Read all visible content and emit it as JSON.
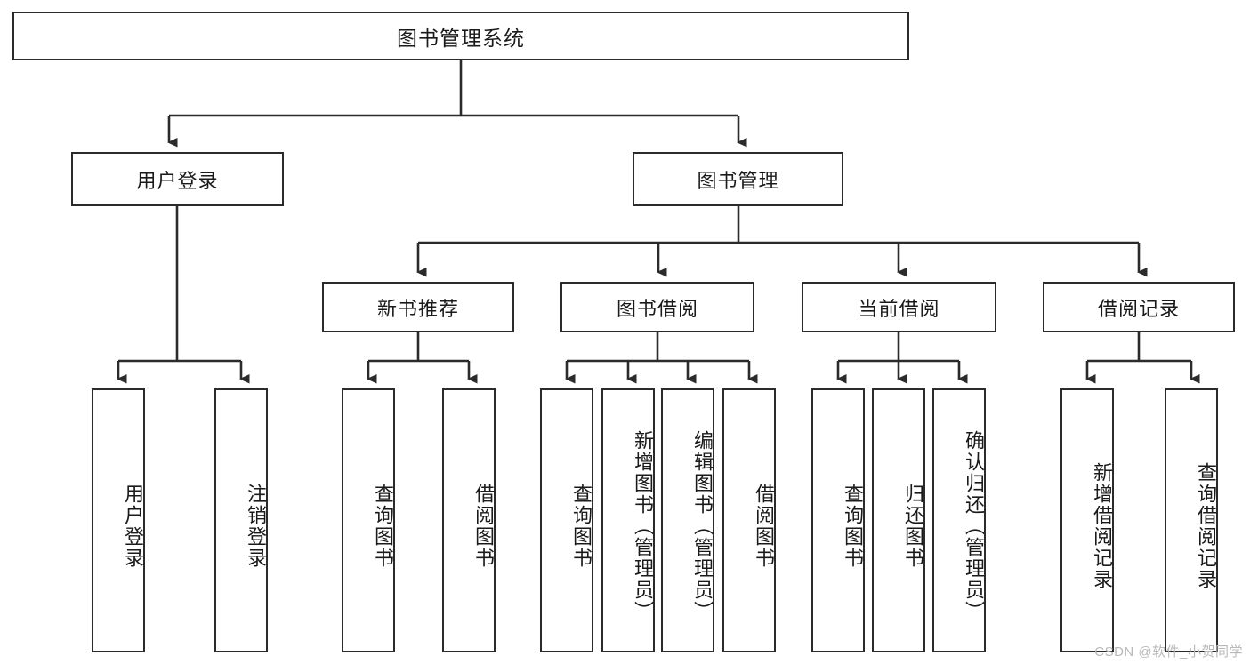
{
  "diagram": {
    "type": "tree-hierarchy",
    "title": "图书管理系统",
    "levels": 4,
    "root": {
      "id": "root",
      "label": "图书管理系统"
    },
    "level2": [
      {
        "id": "user-login",
        "label": "用户登录"
      },
      {
        "id": "book-manage",
        "label": "图书管理"
      }
    ],
    "level3": [
      {
        "id": "new-book-rec",
        "label": "新书推荐",
        "parent": "book-manage"
      },
      {
        "id": "book-borrow",
        "label": "图书借阅",
        "parent": "book-manage"
      },
      {
        "id": "current-borrow",
        "label": "当前借阅",
        "parent": "book-manage"
      },
      {
        "id": "borrow-record",
        "label": "借阅记录",
        "parent": "book-manage"
      }
    ],
    "leaves": [
      {
        "id": "leaf-user-login",
        "label": "用户登录",
        "parent": "user-login"
      },
      {
        "id": "leaf-user-logout",
        "label": "注销登录",
        "parent": "user-login"
      },
      {
        "id": "leaf-query-book-1",
        "label": "查询图书",
        "parent": "new-book-rec"
      },
      {
        "id": "leaf-borrow-book-1",
        "label": "借阅图书",
        "parent": "new-book-rec"
      },
      {
        "id": "leaf-query-book-2",
        "label": "查询图书",
        "parent": "book-borrow"
      },
      {
        "id": "leaf-add-book",
        "label": "新增图书（管理员）",
        "parent": "book-borrow"
      },
      {
        "id": "leaf-edit-book",
        "label": "编辑图书（管理员）",
        "parent": "book-borrow"
      },
      {
        "id": "leaf-borrow-book-2",
        "label": "借阅图书",
        "parent": "book-borrow"
      },
      {
        "id": "leaf-query-book-3",
        "label": "查询图书",
        "parent": "current-borrow"
      },
      {
        "id": "leaf-return-book",
        "label": "归还图书",
        "parent": "current-borrow"
      },
      {
        "id": "leaf-confirm-return",
        "label": "确认归还（管理员）",
        "parent": "current-borrow"
      },
      {
        "id": "leaf-add-record",
        "label": "新增借阅记录",
        "parent": "borrow-record"
      },
      {
        "id": "leaf-query-record",
        "label": "查询借阅记录",
        "parent": "borrow-record"
      }
    ]
  },
  "watermark": {
    "text": "CSDN @软件_小贺同学"
  },
  "colors": {
    "stroke": "#2b2b2b",
    "fill": "#ffffff",
    "text": "#1a1a1a",
    "watermark": "#b9b9b9"
  }
}
